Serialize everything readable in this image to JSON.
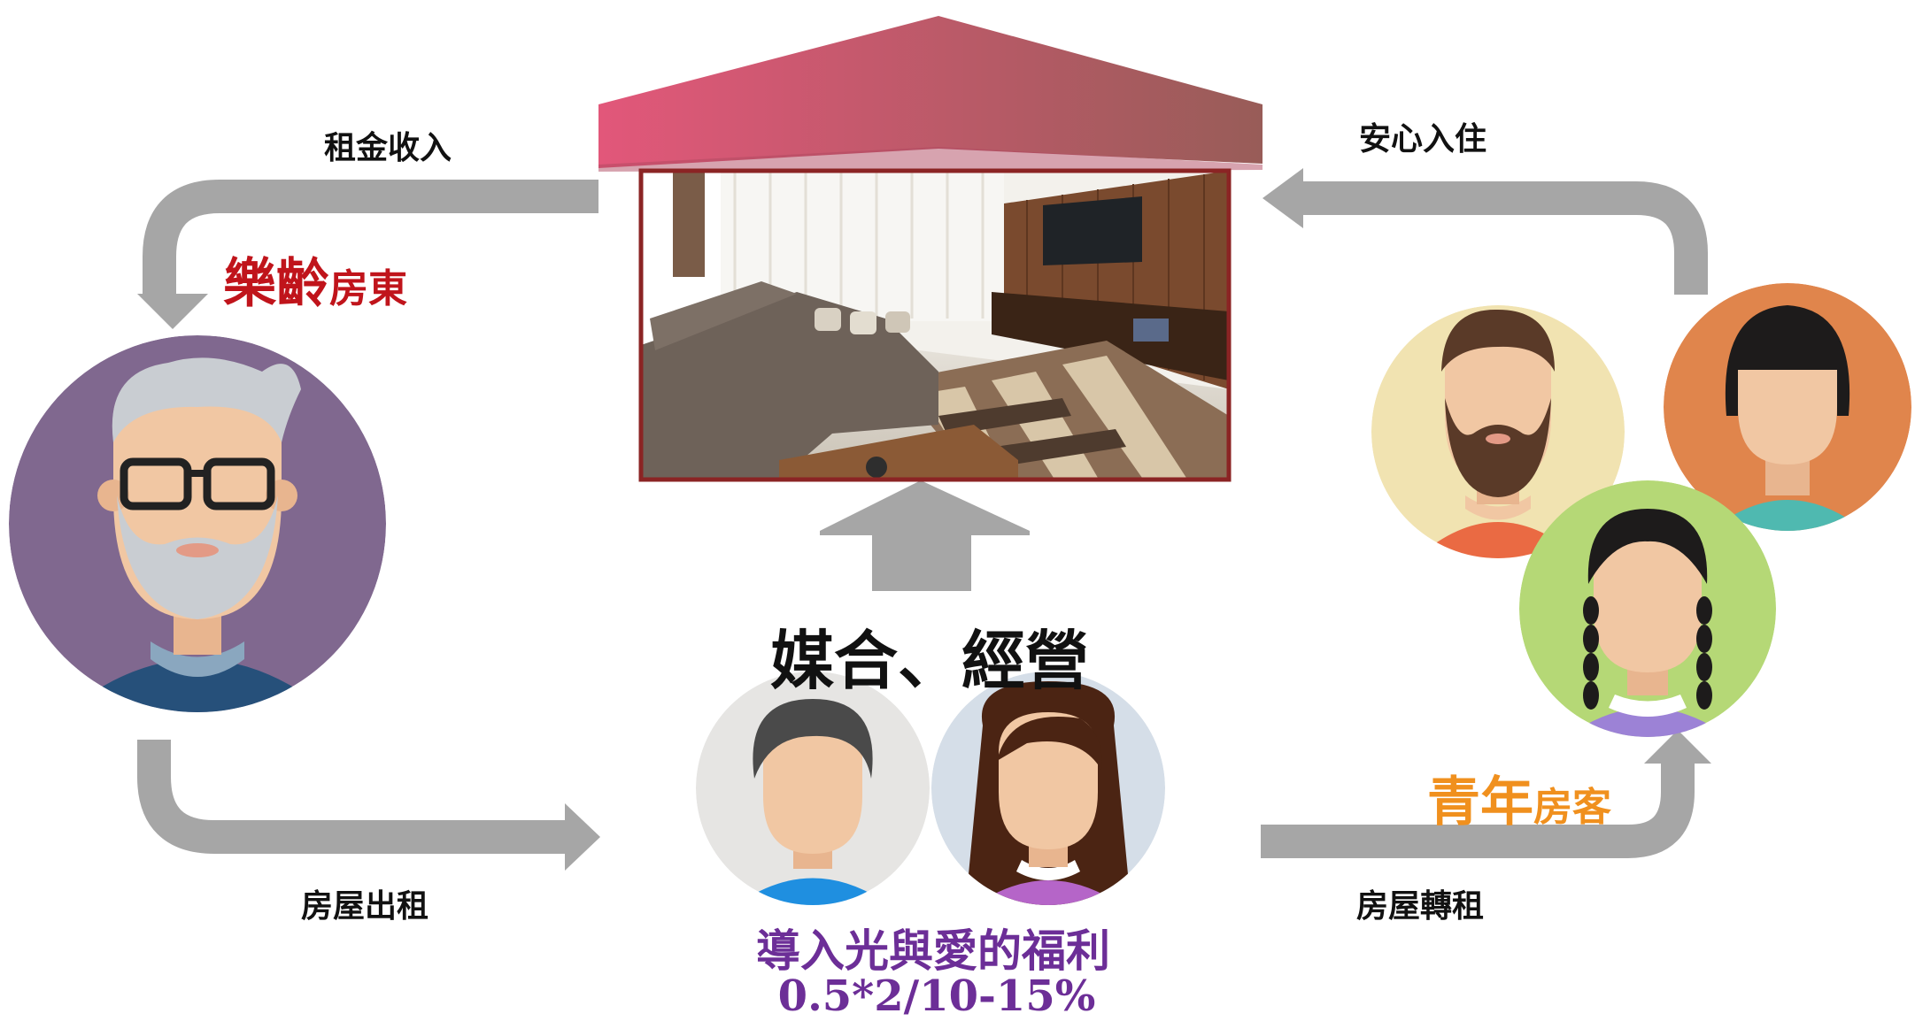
{
  "labels": {
    "rent_income": "租金收入",
    "move_in": "安心入住",
    "house_rental": "房屋出租",
    "house_sublet": "房屋轉租",
    "matching": "媒合、經營",
    "welfare": "導入光與愛的福利",
    "ratio": "0.5*2/10-15%"
  },
  "landlord": {
    "highlight": "樂齡",
    "suffix": "房東"
  },
  "tenant": {
    "highlight": "青年",
    "suffix": "房客"
  },
  "colors": {
    "landlord_red": "#c0141b",
    "tenant_orange": "#f0901e",
    "welfare_purple": "#6c2e97",
    "arrow_gray": "#a6a6a6",
    "roof_start": "#e2577a",
    "roof_end": "#9a5a5a"
  }
}
